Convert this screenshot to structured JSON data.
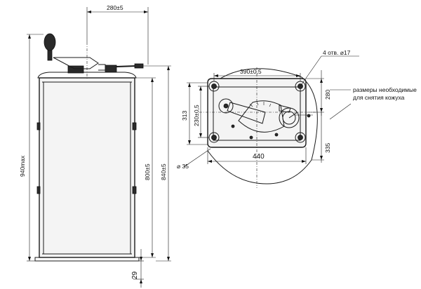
{
  "side_view": {
    "dim_width": "280±5",
    "dim_height_max": "940max",
    "dim_body_height": "800±5",
    "dim_overall_height": "840±5",
    "dim_base": "29"
  },
  "top_view": {
    "dim_holes": "4 отв. ⌀17",
    "dim_hole_spacing_x": "390±0,5",
    "dim_width_440": "440",
    "dim_height_313": "313",
    "dim_hole_spacing_y": "230±0,5",
    "dim_diameter_35": "⌀ 35",
    "dim_280": "280",
    "dim_335": "335",
    "note_line1": "размеры необходимые",
    "note_line2": "для снятия кожуха"
  }
}
